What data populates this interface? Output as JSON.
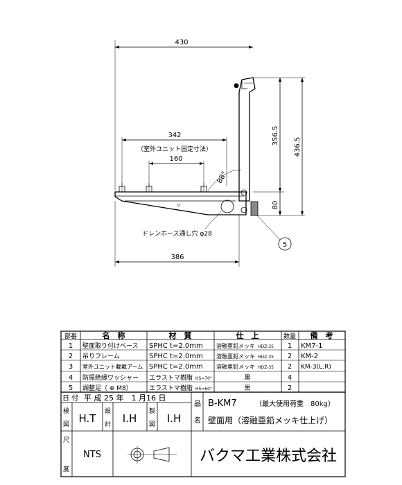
{
  "dimensions": {
    "overall_width": "430",
    "mount_width": "342",
    "mount_note": "（室外ユニット固定寸法）",
    "inner_width": "160",
    "angle": "88°",
    "height_upper": "356.5",
    "height_total": "436.5",
    "height_lower": "80",
    "bottom_width": "386",
    "drain_hole": "ドレンホース通し穴 φ28",
    "balloon": "5"
  },
  "parts_table": {
    "headers": [
      "部番",
      "名　称",
      "材　質",
      "仕　上",
      "数量",
      "備　考"
    ],
    "rows": [
      {
        "no": "1",
        "name": "壁面取り付けベース",
        "material": "SPHC t=2.0mm",
        "finish": "溶融亜鉛メッキ",
        "finish_code": "HDZ-35",
        "qty": "1",
        "remarks": "KM7-1"
      },
      {
        "no": "2",
        "name": "吊りフレーム",
        "material": "SPHC t=2.0mm",
        "finish": "溶融亜鉛メッキ",
        "finish_code": "HDZ-35",
        "qty": "2",
        "remarks": "KM-2"
      },
      {
        "no": "3",
        "name": "室外ユニット載載アーム",
        "material": "SPHC t=2.0mm",
        "finish": "溶融亜鉛メッキ",
        "finish_code": "HDZ-35",
        "qty": "2",
        "remarks": "KM-3(L.R)"
      },
      {
        "no": "4",
        "name": "防振絶縁ワッシャー",
        "material": "エラストマ樹脂",
        "material_code": "HS=70°",
        "finish": "黒",
        "qty": "4",
        "remarks": ""
      },
      {
        "no": "5",
        "name": "調整足（ ⊕ M8）",
        "material": "エラストマ樹脂",
        "material_code": "HS=60°",
        "finish": "黒",
        "qty": "2",
        "remarks": ""
      }
    ]
  },
  "title_block": {
    "date_label": "日 付",
    "date_value": "平 成 25 年　1 月16 日",
    "product_label": "品",
    "name_label": "名",
    "product_code": "B-KM7",
    "product_load": "（最大使用荷重　80kg）",
    "product_name": "壁面用（溶融亜鉛メッキ仕上げ）",
    "inspect_label_1": "検",
    "inspect_label_2": "図",
    "inspector": "H.T",
    "design_label_1": "設",
    "design_label_2": "計",
    "designer": "I.H",
    "drafter_label_1": "製",
    "drafter_label_2": "図",
    "drafter": "I.H",
    "scale_label_1": "尺",
    "scale_label_2": "度",
    "scale": "NTS",
    "company": "バクマ工業株式会社"
  }
}
